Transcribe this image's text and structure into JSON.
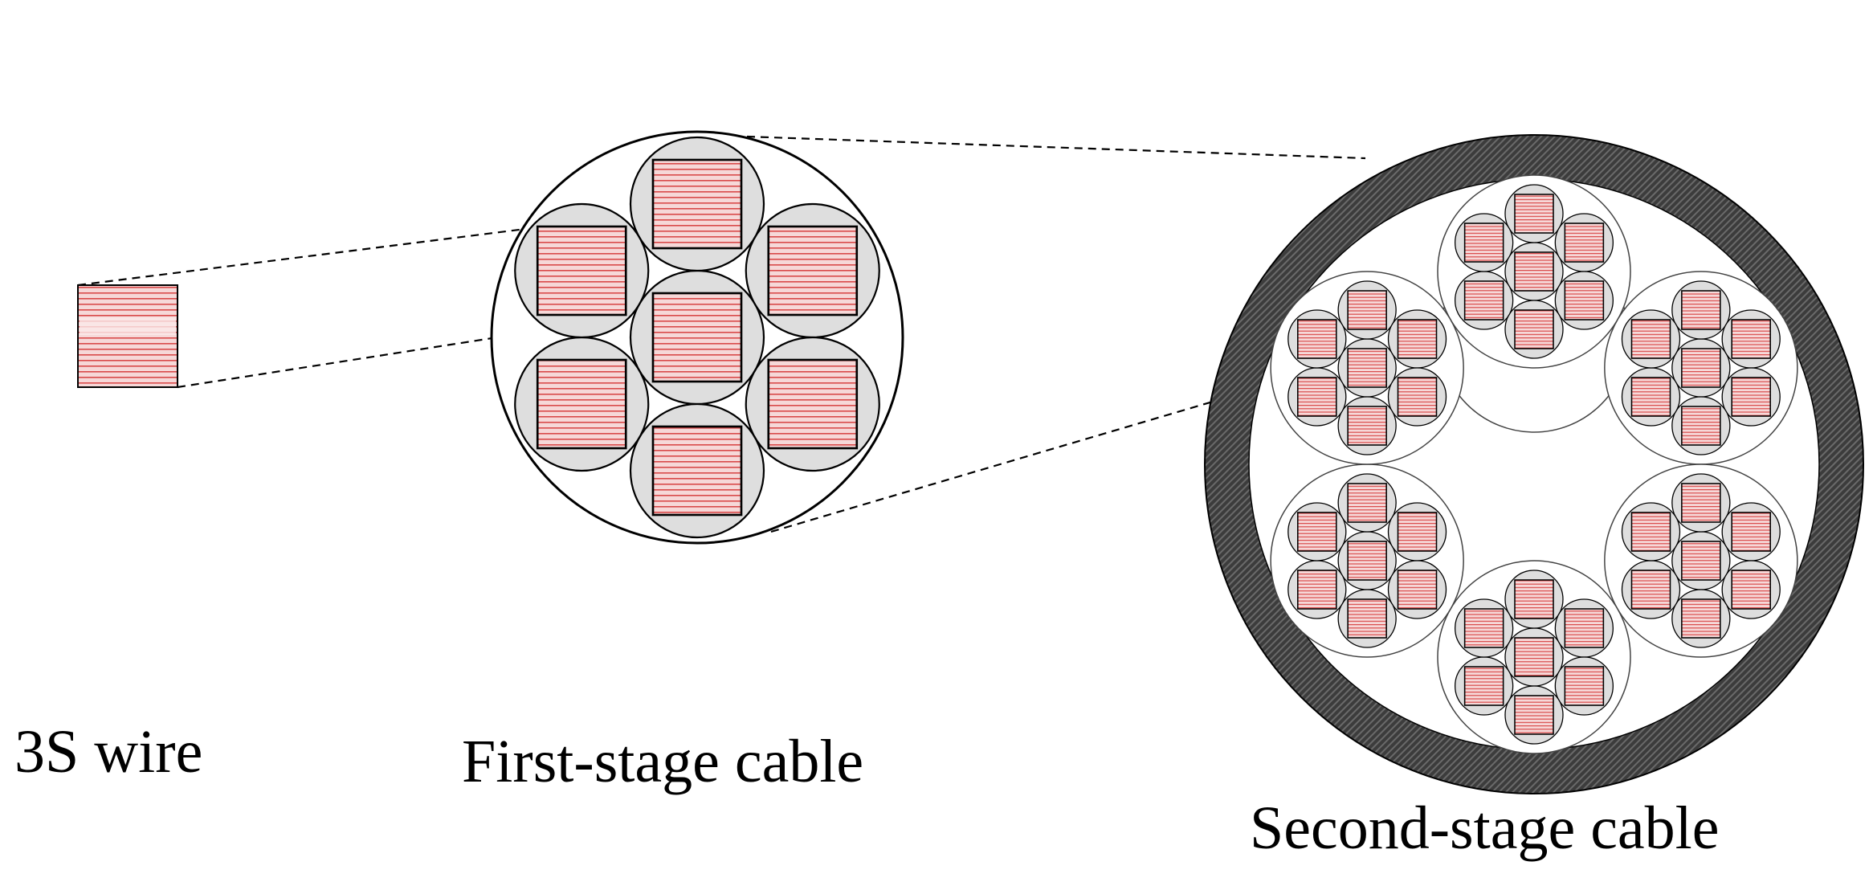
{
  "labels": {
    "wire": "3S wire",
    "first_stage": "First-stage cable",
    "second_stage": "Second-stage cable"
  },
  "colors": {
    "wire_fill": "#f6d8d8",
    "wire_stripe": "#d94a4a",
    "strand_fill": "#dedede",
    "jacket_fill": "#4a4a4a",
    "outline": "#000000"
  },
  "structure": {
    "first_stage_wires": 7,
    "second_stage_subcables": 6,
    "second_stage_has_central_core": true
  }
}
